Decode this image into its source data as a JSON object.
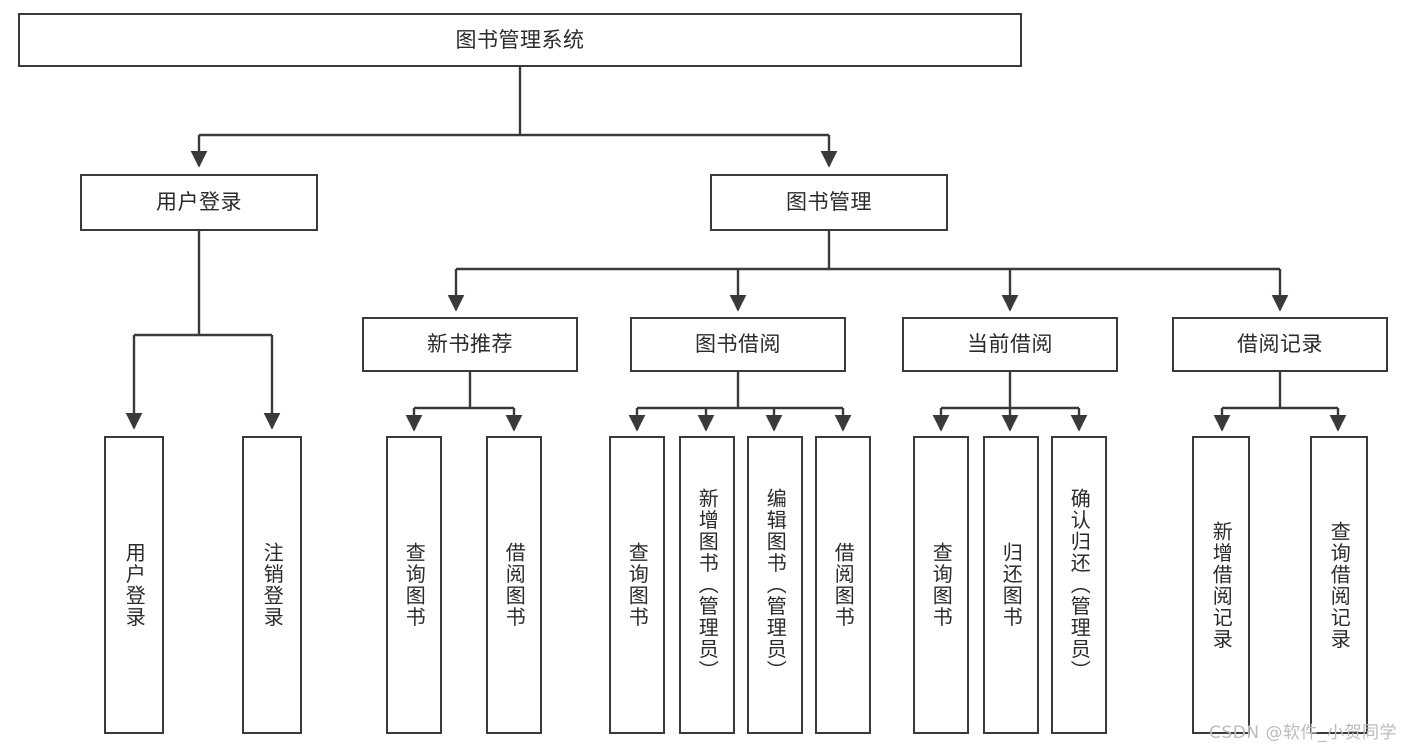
{
  "diagram": {
    "title": "图书管理系统",
    "watermark": "CSDN @软件_小贺同学",
    "line_color": "#3a3a3a",
    "text_color": "#2b2b2b",
    "background": "#ffffff",
    "watermark_color": "#b9bcc0"
  },
  "nodes": {
    "root": {
      "label": "图书管理系统"
    },
    "level1": [
      {
        "label": "用户登录"
      },
      {
        "label": "图书管理"
      }
    ],
    "level2": [
      {
        "label": "新书推荐"
      },
      {
        "label": "图书借阅"
      },
      {
        "label": "当前借阅"
      },
      {
        "label": "借阅记录"
      }
    ],
    "leaves": {
      "user_login": [
        {
          "label": "用户登录"
        },
        {
          "label": "注销登录"
        }
      ],
      "new_book": [
        {
          "label": "查询图书"
        },
        {
          "label": "借阅图书"
        }
      ],
      "book_borrow": [
        {
          "label": "查询图书"
        },
        {
          "label": "新增图书（管理员）"
        },
        {
          "label": "编辑图书（管理员）"
        },
        {
          "label": "借阅图书"
        }
      ],
      "current_borrow": [
        {
          "label": "查询图书"
        },
        {
          "label": "归还图书"
        },
        {
          "label": "确认归还（管理员）"
        }
      ],
      "borrow_record": [
        {
          "label": "新增借阅记录"
        },
        {
          "label": "查询借阅记录"
        }
      ]
    }
  },
  "chart_data": {
    "type": "diagram",
    "title": "图书管理系统",
    "structure": "tree",
    "levels": 4,
    "tree": {
      "name": "图书管理系统",
      "children": [
        {
          "name": "用户登录",
          "children": [
            {
              "name": "用户登录"
            },
            {
              "name": "注销登录"
            }
          ]
        },
        {
          "name": "图书管理",
          "children": [
            {
              "name": "新书推荐",
              "children": [
                {
                  "name": "查询图书"
                },
                {
                  "name": "借阅图书"
                }
              ]
            },
            {
              "name": "图书借阅",
              "children": [
                {
                  "name": "查询图书"
                },
                {
                  "name": "新增图书（管理员）"
                },
                {
                  "name": "编辑图书（管理员）"
                },
                {
                  "name": "借阅图书"
                }
              ]
            },
            {
              "name": "当前借阅",
              "children": [
                {
                  "name": "查询图书"
                },
                {
                  "name": "归还图书"
                },
                {
                  "name": "确认归还（管理员）"
                }
              ]
            },
            {
              "name": "借阅记录",
              "children": [
                {
                  "name": "新增借阅记录"
                },
                {
                  "name": "查询借阅记录"
                }
              ]
            }
          ]
        }
      ]
    }
  }
}
